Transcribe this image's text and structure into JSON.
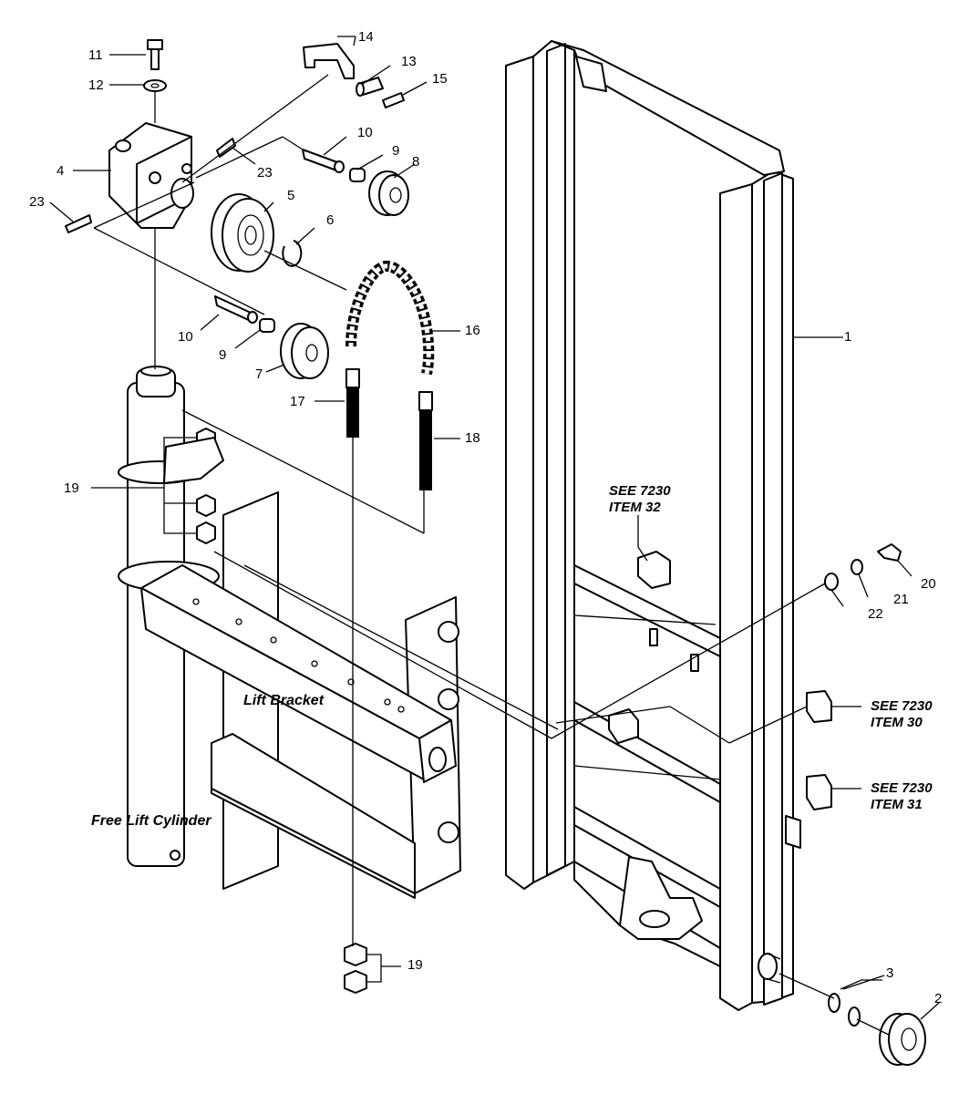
{
  "callouts": {
    "c1": "1",
    "c2": "2",
    "c3": "3",
    "c4": "4",
    "c5": "5",
    "c6": "6",
    "c7": "7",
    "c8": "8",
    "c9a": "9",
    "c9b": "9",
    "c10a": "10",
    "c10b": "10",
    "c11": "11",
    "c12": "12",
    "c13": "13",
    "c14": "14",
    "c15": "15",
    "c16": "16",
    "c17": "17",
    "c18": "18",
    "c19a": "19",
    "c19b": "19",
    "c20": "20",
    "c21": "21",
    "c22": "22",
    "c23a": "23",
    "c23b": "23"
  },
  "references": {
    "ref32": {
      "line1": "SEE 7230",
      "line2": "ITEM 32"
    },
    "ref30": {
      "line1": "SEE 7230",
      "line2": "ITEM 30"
    },
    "ref31": {
      "line1": "SEE 7230",
      "line2": "ITEM 31"
    }
  },
  "captions": {
    "lift_bracket": "Lift  Bracket",
    "free_lift_cylinder": "Free Lift Cylinder"
  }
}
